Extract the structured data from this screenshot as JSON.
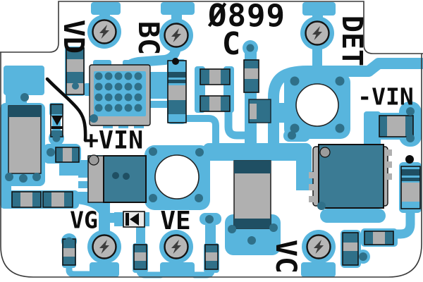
{
  "board": {
    "part_number": "Ø899",
    "revision": "C",
    "labels": {
      "vd": "VD",
      "bc": "BC",
      "det": "DET",
      "neg_vin": "-VIN",
      "pos_vin": "+VIN",
      "vg": "VG",
      "ve": "VE",
      "vc": "VC"
    },
    "icons": {
      "testpoint_symbol": "lightning-bolt-icon"
    },
    "colors": {
      "copper": "#58b5dd",
      "component_dark": "#2f7089",
      "ic_body": "#3b7b94",
      "body_gray": "#b0b0b0",
      "band_dark": "#1f4f63",
      "silkscreen": "#0d0d0d",
      "outline": "#3a3a3a",
      "background": "#ffffff"
    }
  }
}
